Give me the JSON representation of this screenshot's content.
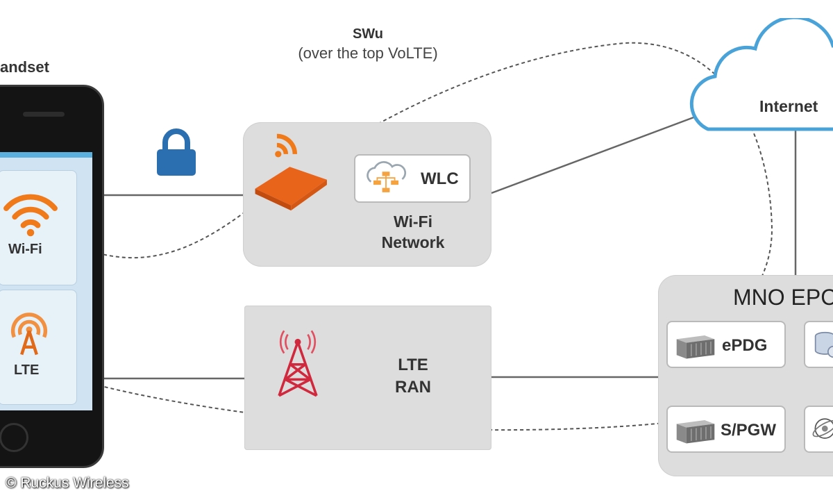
{
  "diagram": {
    "swu": {
      "title": "SWu",
      "subtitle": "(over the top VoLTE)"
    },
    "handset": {
      "title": "andset",
      "wifi_label": "Wi-Fi",
      "lte_label": "LTE"
    },
    "wifi_network": {
      "wlc_label": "WLC",
      "line1": "Wi-Fi",
      "line2": "Network"
    },
    "lte_ran": {
      "line1": "LTE",
      "line2": "RAN"
    },
    "internet": {
      "label": "Internet"
    },
    "mno_epc": {
      "title": "MNO EPC",
      "epdg_label": "ePDG",
      "spgw_label": "S/PGW"
    },
    "copyright": "© Ruckus Wireless",
    "colors": {
      "accent_orange": "#f07a1a",
      "lock_blue": "#2b6fb0",
      "tower_red": "#d0283c",
      "cloud_blue": "#4aa3d8",
      "box_gray": "#dddddd"
    }
  }
}
